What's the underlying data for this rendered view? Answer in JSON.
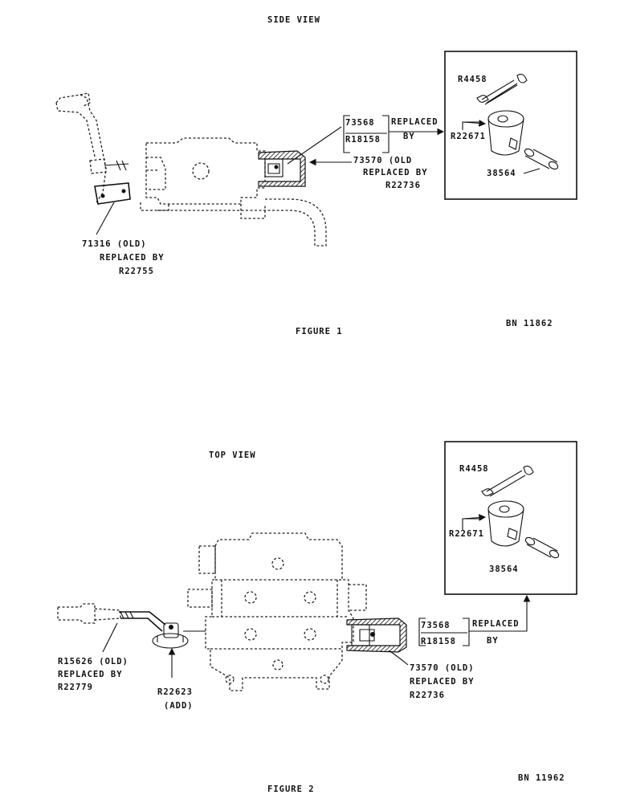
{
  "figure1": {
    "view_title": "SIDE VIEW",
    "caption": "FIGURE 1",
    "code": "BN 11862",
    "part_73568": "73568",
    "part_R18158": "R18158",
    "replaced_by_line1": "REPLACED",
    "replaced_by_line2": "BY",
    "sleeve_line1": "73570 (OLD",
    "sleeve_line2": "REPLACED BY",
    "sleeve_line3": "R22736",
    "lever_line1": "71316 (OLD)",
    "lever_line2": "REPLACED BY",
    "lever_line3": "R22755",
    "inset": {
      "spring": "R4458",
      "spool_end": "R22671",
      "pin": "38564"
    }
  },
  "figure2": {
    "view_title": "TOP VIEW",
    "caption": "FIGURE 2",
    "code": "BN 11962",
    "part_73568": "73568",
    "part_R18158": "R18158",
    "replaced_line1": "REPLACED",
    "replaced_line2": "BY",
    "sleeve_line1": "73570 (OLD)",
    "sleeve_line2": "REPLACED BY",
    "sleeve_line3": "R22736",
    "rod_line1": "R15626 (OLD)",
    "rod_line2": "REPLACED BY",
    "rod_line3": "R22779",
    "add_line1": "R22623",
    "add_line2": "(ADD)",
    "inset": {
      "spring": "R4458",
      "spool_end": "R22671",
      "pin": "38564"
    }
  }
}
